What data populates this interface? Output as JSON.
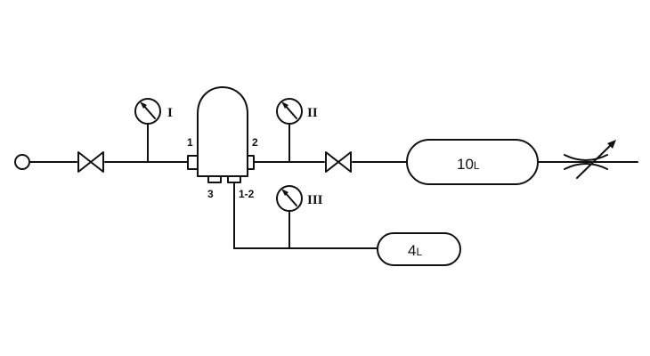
{
  "diagram": {
    "gauges": {
      "gauge_1": "I",
      "gauge_2": "II",
      "gauge_3": "III"
    },
    "ports": {
      "port_1": "1",
      "port_2": "2",
      "port_3": "3",
      "port_1_2": "1-2"
    },
    "tanks": {
      "tank_large": {
        "value": "10",
        "unit": "L"
      },
      "tank_small": {
        "value": "4",
        "unit": "L"
      }
    },
    "icons": [
      "inlet-circle-icon",
      "shutoff-valve-icon",
      "pressure-gauge-icon",
      "regulator-body-icon",
      "adjustable-throttle-icon"
    ]
  }
}
